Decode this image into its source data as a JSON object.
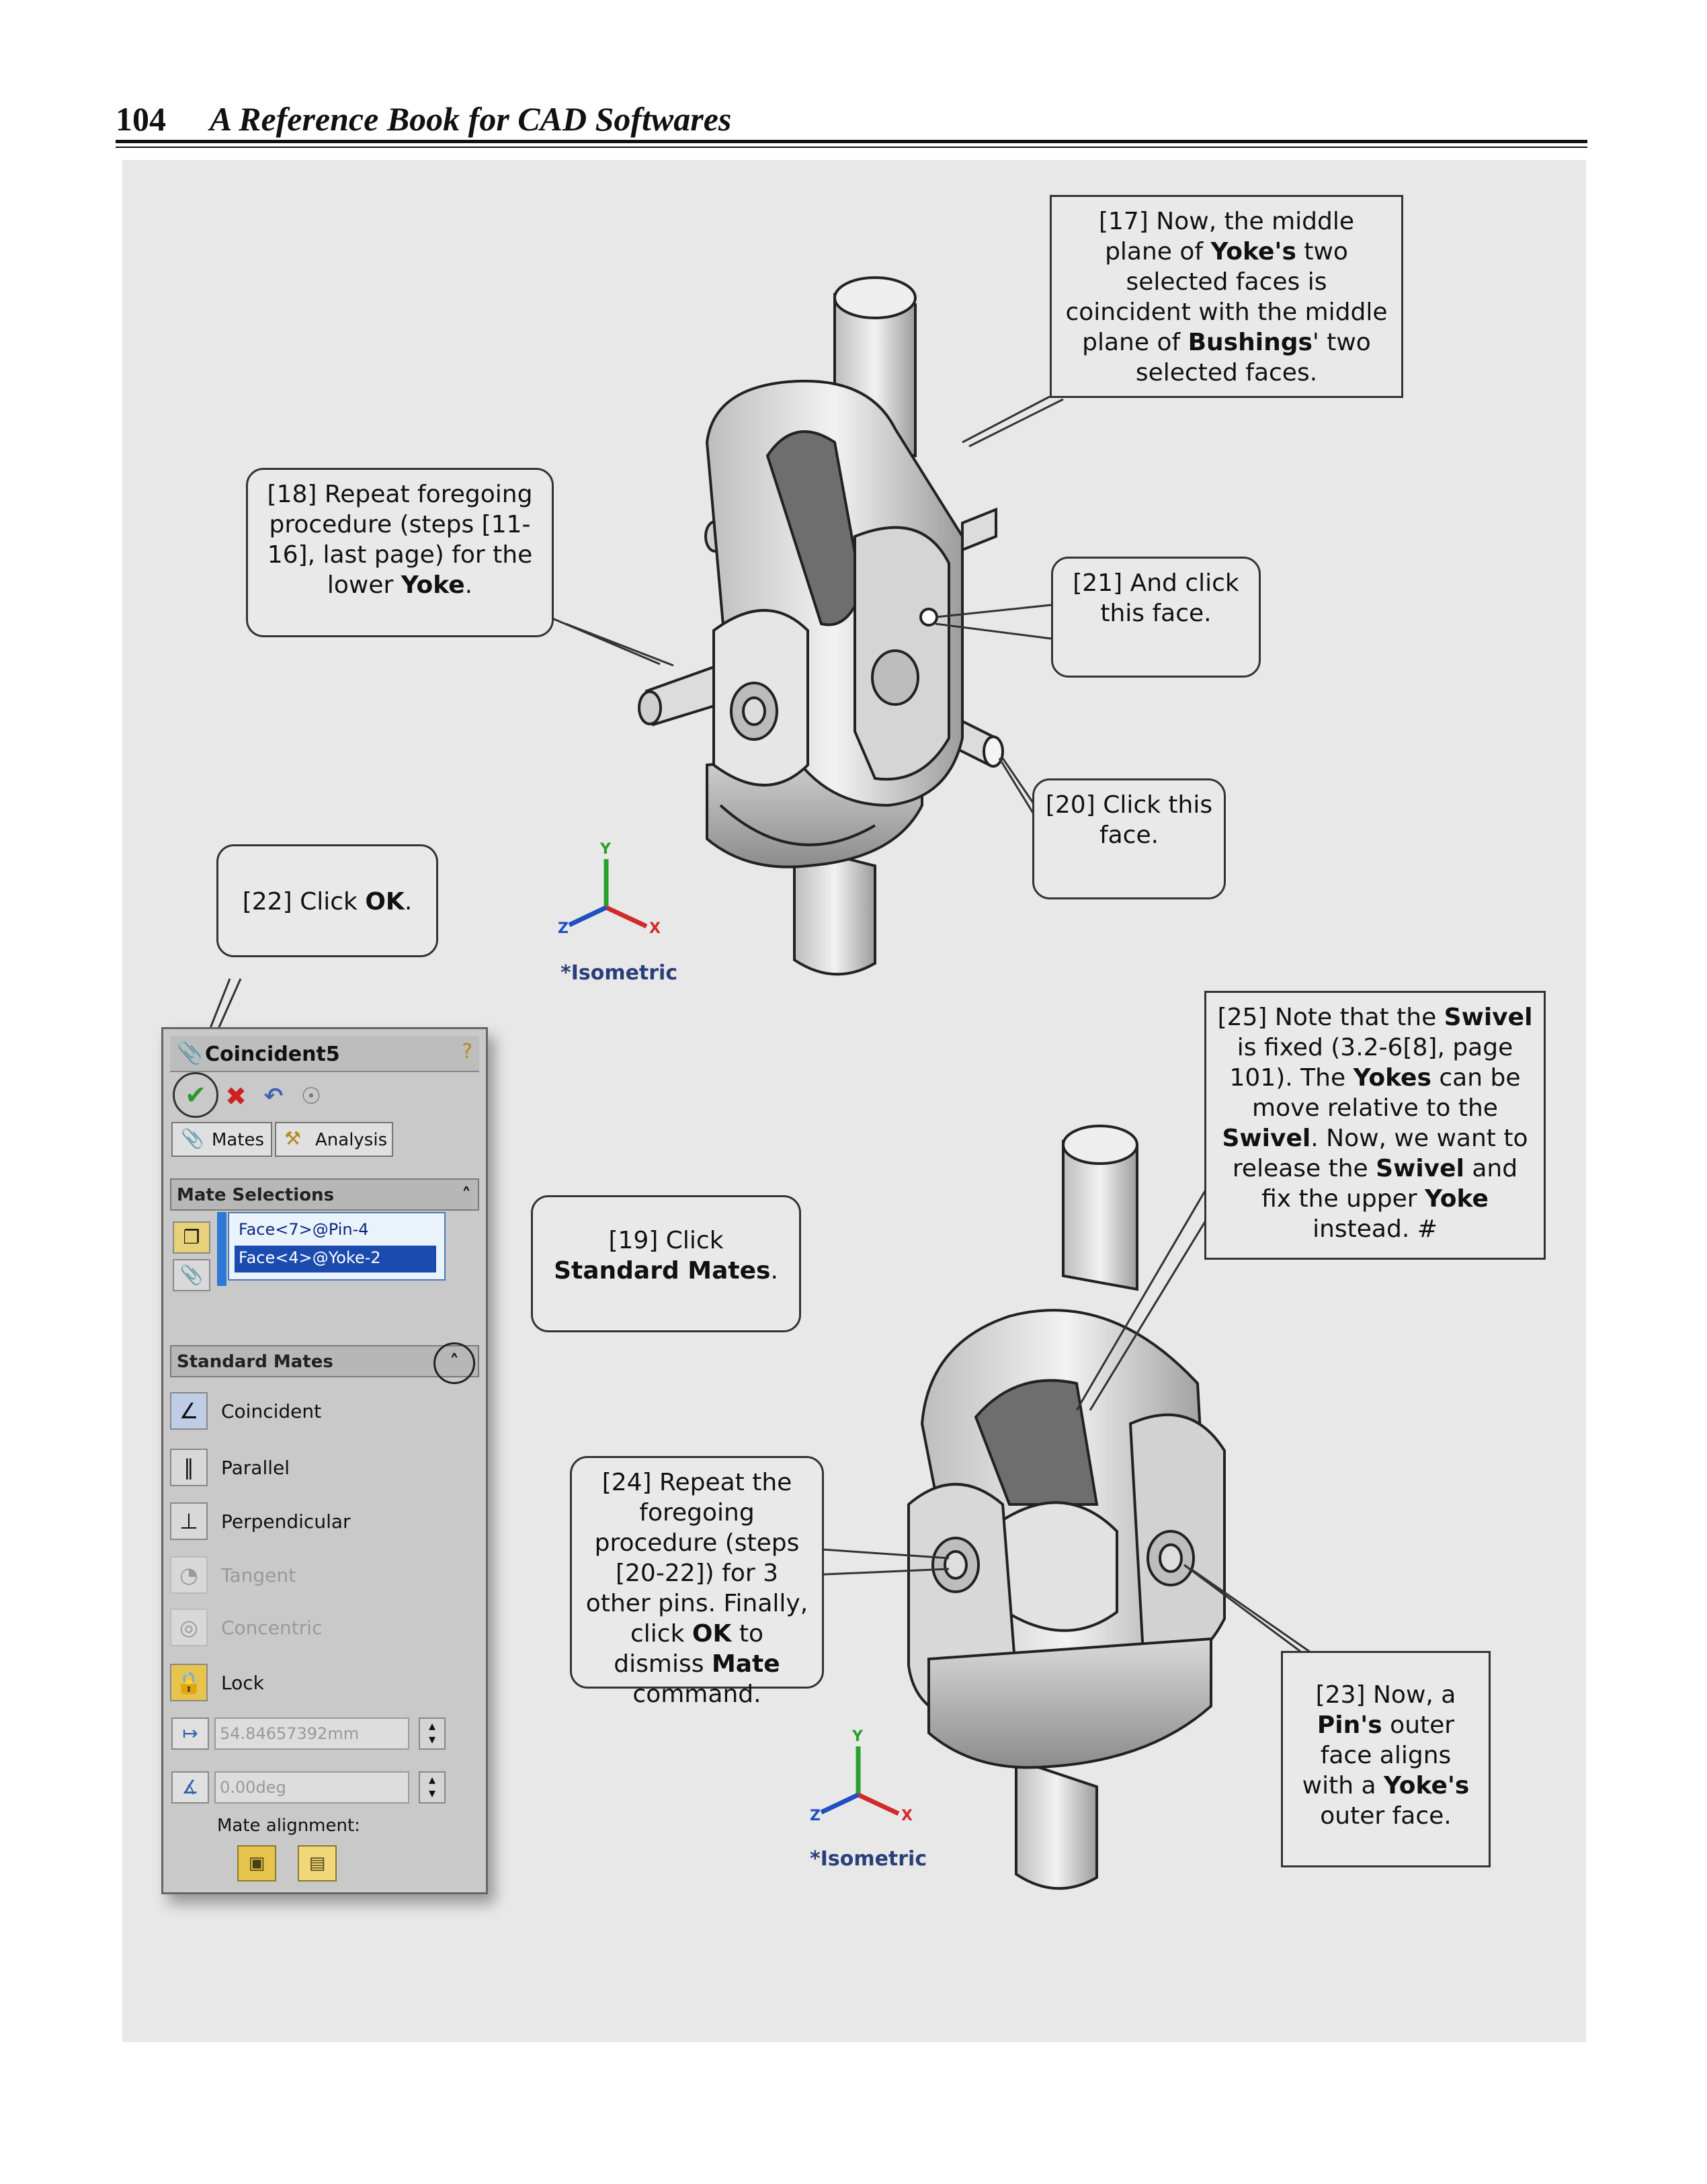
{
  "header": {
    "page_number": "104",
    "book_title": "A Reference Book for CAD Softwares"
  },
  "callouts": {
    "c17": {
      "pre1": "[17] Now, the middle plane of",
      "b1": "Yoke's",
      "mid1": " two selected faces is coincident with the middle plane of ",
      "b2": "Bushings",
      "post": "' two selected faces."
    },
    "c18": {
      "pre": "[18] Repeat foregoing procedure (steps [11-16], last page) for the lower ",
      "b": "Yoke",
      "post": "."
    },
    "c21": {
      "text": "[21] And click this face."
    },
    "c20": {
      "text": "[20] Click this face."
    },
    "c22": {
      "pre": "[22] Click ",
      "b": "OK",
      "post": "."
    },
    "c19": {
      "pre": "[19] Click ",
      "b": "Standard Mates",
      "post": "."
    },
    "c25": {
      "p1": "[25] Note that the ",
      "b1": "Swivel",
      "p2": " is fixed (3.2-6[8], page 101). The ",
      "b2": "Yokes",
      "p3": " can be move relative to the ",
      "b3": "Swivel",
      "p4": ". Now, we want to release the ",
      "b4": "Swivel",
      "p5": " and fix the upper ",
      "b5": "Yoke",
      "p6": " instead. #"
    },
    "c24": {
      "p1": "[24] Repeat the foregoing procedure (steps [20-22]) for 3 other pins. Finally, click ",
      "b1": "OK",
      "p2": " to dismiss ",
      "b2": "Mate",
      "p3": " command."
    },
    "c23": {
      "p1": "[23] Now, a ",
      "b1": "Pin's",
      "p2": " outer face aligns with a ",
      "b2": "Yoke's",
      "p3": " outer face."
    }
  },
  "iso_label_top": "*Isometric",
  "iso_label_bottom": "*Isometric",
  "axes": {
    "x": "X",
    "y": "Y",
    "z": "Z",
    "colors": {
      "x": "#d22a2a",
      "y": "#2aa02a",
      "z": "#1f4fc0"
    }
  },
  "property_manager": {
    "title": "Coincident5",
    "tabs": [
      "Mates",
      "Analysis"
    ],
    "mate_selections_header": "Mate Selections",
    "selections": [
      "Face<7>@Pin-4",
      "Face<4>@Yoke-2"
    ],
    "standard_mates_header": "Standard Mates",
    "mates": [
      "Coincident",
      "Parallel",
      "Perpendicular",
      "Tangent",
      "Concentric",
      "Lock"
    ],
    "distance_value": "54.84657392mm",
    "angle_value": "0.00deg",
    "mate_alignment_label": "Mate alignment:",
    "colors": {
      "ok": "#2a9a2a",
      "cancel": "#cc2222"
    }
  }
}
